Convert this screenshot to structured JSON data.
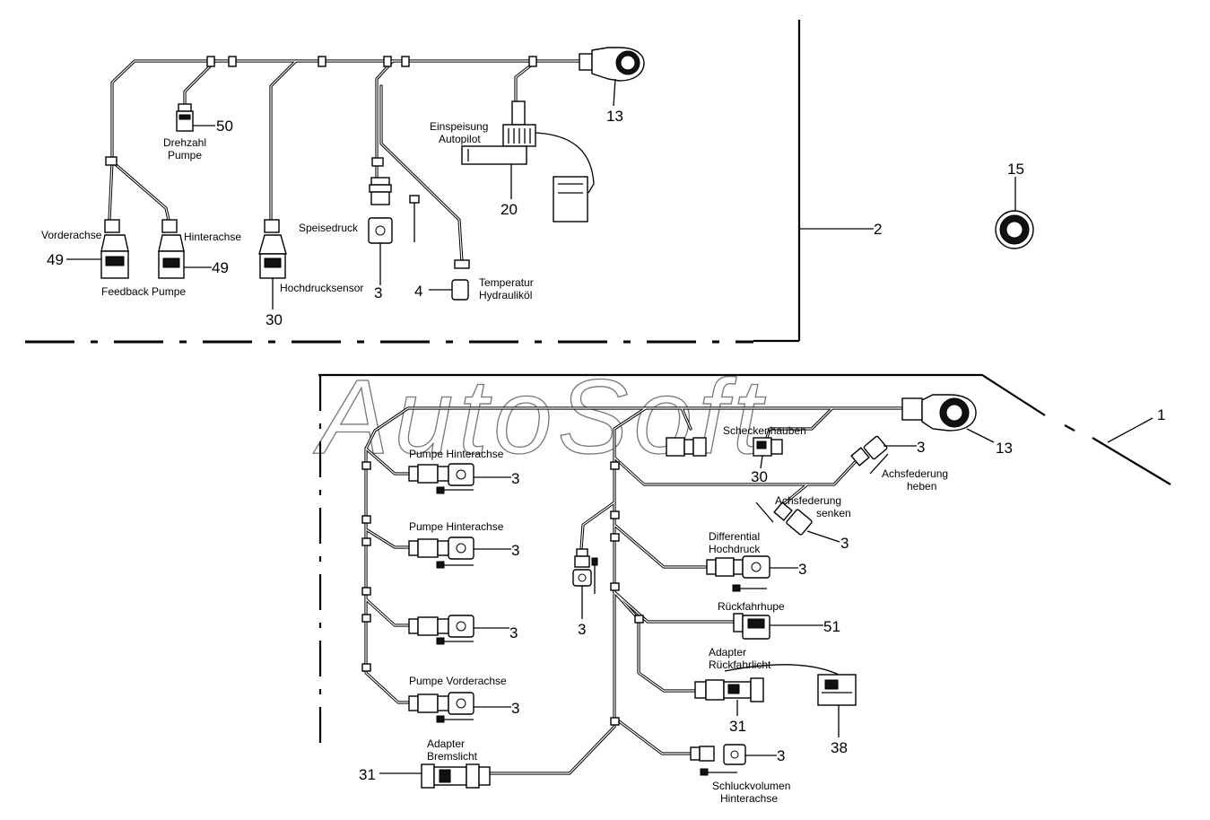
{
  "watermark": "AutoSoft",
  "upper_harness": {
    "labels": {
      "drehzahl_pumpe_1": "Drehzahl",
      "drehzahl_pumpe_2": "Pumpe",
      "vorderachse": "Vorderachse",
      "hinterachse": "Hinterachse",
      "feedback_pumpe": "Feedback Pumpe",
      "hochdrucksensor": "Hochdrucksensor",
      "speisedruck": "Speisedruck",
      "einspeisung_1": "Einspeisung",
      "einspeisung_2": "Autopilot",
      "temperatur_1": "Temperatur",
      "temperatur_2": "Hydrauliköl"
    },
    "callouts": {
      "n50": "50",
      "n49_left": "49",
      "n49_right": "49",
      "n30": "30",
      "n3": "3",
      "n4": "4",
      "n20": "20",
      "n13": "13",
      "n2": "2",
      "n15": "15"
    }
  },
  "lower_harness": {
    "labels": {
      "pumpe_hinterachse_1": "Pumpe Hinterachse",
      "pumpe_hinterachse_2": "Pumpe Hinterachse",
      "pumpe_vorderachse": "Pumpe Vorderachse",
      "adapter_bremslicht_1": "Adapter",
      "adapter_bremslicht_2": "Bremslicht",
      "scheckenhauben": "Scheckenhauben",
      "achsfederung_heben_1": "Achsfederung",
      "achsfederung_heben_2": "heben",
      "achsfederung_senken_1": "Achsfederung",
      "achsfederung_senken_2": "senken",
      "differential_1": "Differential",
      "differential_2": "Hochdruck",
      "rueckfahrhupe": "Rückfahrhupe",
      "adapter_rueckfahrlicht_1": "Adapter",
      "adapter_rueckfahrlicht_2": "Rückfahrlicht",
      "schluckvolumen_1": "Schluckvolumen",
      "schluckvolumen_2": "Hinterachse"
    },
    "callouts": {
      "n3_a": "3",
      "n3_b": "3",
      "n3_c": "3",
      "n3_d": "3",
      "n3_e": "3",
      "n3_f": "3",
      "n3_g": "3",
      "n3_h": "3",
      "n3_i": "3",
      "n30": "30",
      "n13": "13",
      "n1": "1",
      "n51": "51",
      "n31_a": "31",
      "n31_b": "31",
      "n38": "38"
    }
  }
}
